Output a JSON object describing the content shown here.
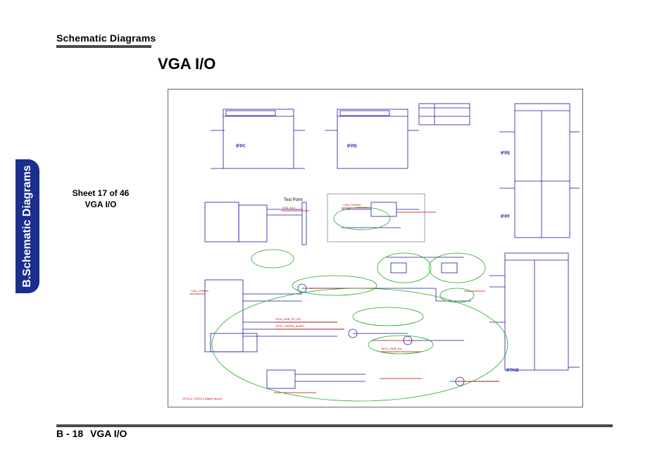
{
  "header": {
    "title": "Schematic  Diagrams"
  },
  "page_title": "VGA I/O",
  "side_tab": {
    "label": "B.Schematic Diagrams",
    "color": "#1a2f8c"
  },
  "sheet": {
    "line1": "Sheet 17 of 46",
    "line2": "VGA I/O"
  },
  "schematic": {
    "test_point_label": "Test Point",
    "blocks": [
      "IFPC",
      "IFPD",
      "IFPE",
      "IFPF",
      "IFPAB"
    ],
    "colors": {
      "wire": "#1a1aa0",
      "net": "#cc0000",
      "highlight": "#22aa22"
    }
  },
  "footer": {
    "page": "B - 18",
    "title": "VGA I/O"
  }
}
